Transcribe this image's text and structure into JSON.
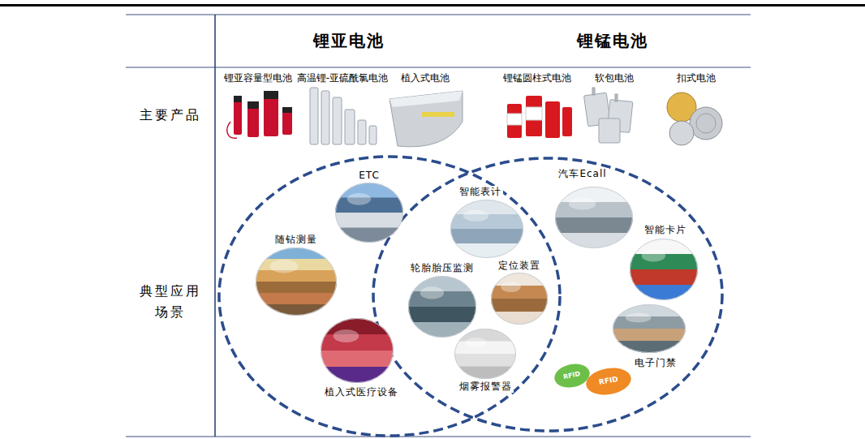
{
  "diagram": {
    "nodes": [
      {
        "text": [
          "ETC"
        ]
      },
      {
        "text": [
          "随钻测量"
        ]
      },
      {
        "text": [
          "植入式医疗设备"
        ]
      },
      {
        "text": [
          "智能表计"
        ]
      },
      {
        "text": [
          "轮胎胎压监测"
        ]
      },
      {
        "text": [
          "定位装置"
        ]
      },
      {
        "text": [
          "烟雾报警器"
        ]
      },
      {
        "text": [
          "汽车Ecall"
        ]
      },
      {
        "text": [
          "智能卡片"
        ]
      },
      {
        "text": [
          "电子门禁"
        ]
      }
    ],
    "labels": [
      "锂亚电池",
      "锂锰电池",
      "主要产品",
      "典型应用场景",
      "锂亚容量型电池",
      "高温锂-亚硫酰氯电池",
      "植入式电池",
      "锂锰圆柱式电池",
      "软包电池",
      "扣式电池",
      "RFID",
      "RFID"
    ]
  }
}
